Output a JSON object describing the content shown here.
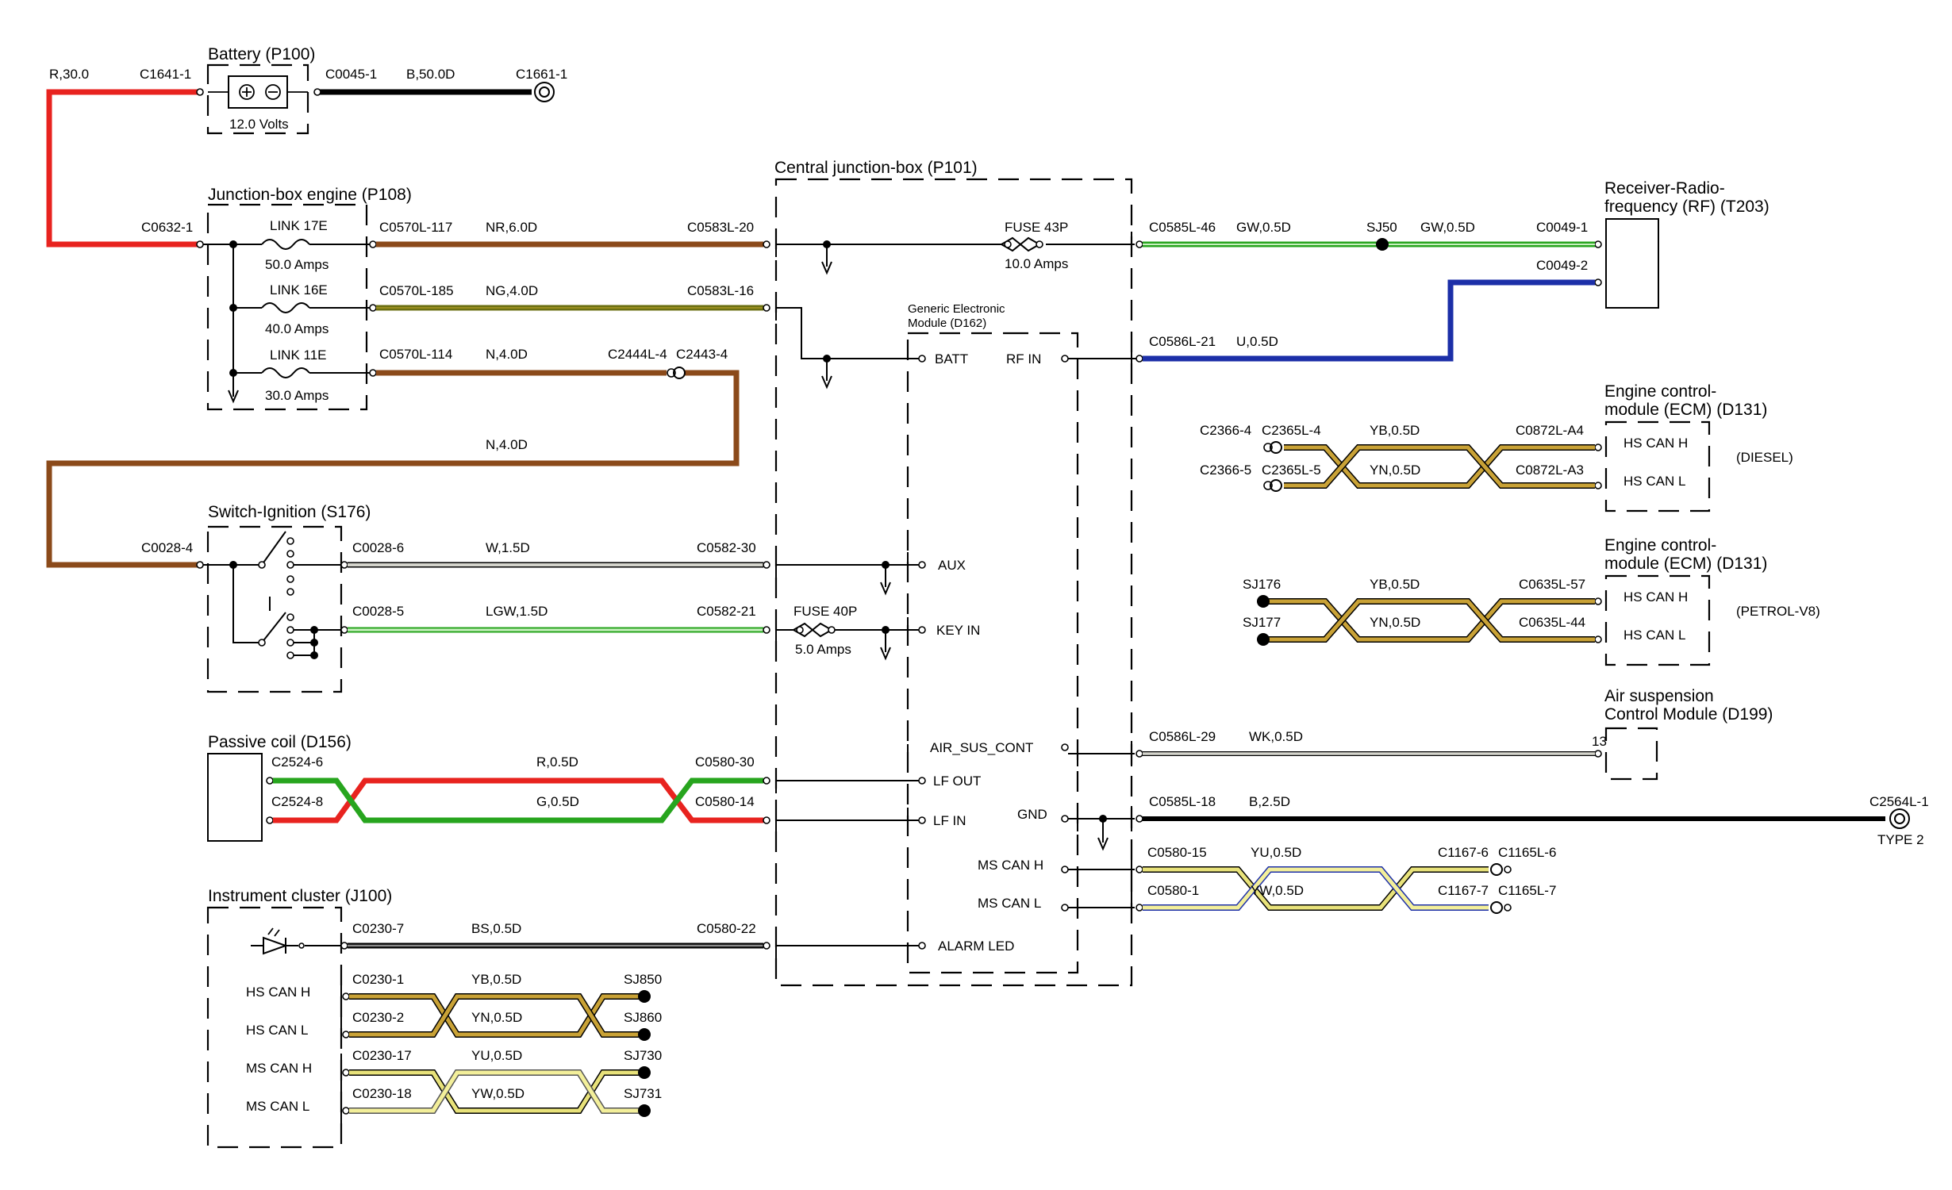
{
  "components": {
    "battery": "Battery (P100)",
    "battery_volts": "12.0 Volts",
    "jb_engine": "Junction-box engine (P108)",
    "cjb": "Central junction-box (P101)",
    "gem_line1": "Generic Electronic",
    "gem_line2": "Module (D162)",
    "rf_line1": "Receiver-Radio-",
    "rf_line2": "frequency (RF) (T203)",
    "ecm_line1": "Engine control-",
    "ecm_line2": "module (ECM) (D131)",
    "diesel": "(DIESEL)",
    "petrol": "(PETROL-V8)",
    "ignition": "Switch-Ignition (S176)",
    "passive_coil": "Passive coil (D156)",
    "air_line1": "Air suspension",
    "air_line2": "Control Module (D199)",
    "cluster": "Instrument cluster (J100)"
  },
  "fuses": [
    {
      "name": "LINK 17E",
      "rating": "50.0 Amps"
    },
    {
      "name": "LINK 16E",
      "rating": "40.0 Amps"
    },
    {
      "name": "LINK 11E",
      "rating": "30.0 Amps"
    },
    {
      "name": "FUSE 43P",
      "rating": "10.0 Amps"
    },
    {
      "name": "FUSE 40P",
      "rating": "5.0 Amps"
    }
  ],
  "wire_colors": {
    "red": "#e8231f",
    "brown": "#8b4a1a",
    "olive": "#6b6f12",
    "green": "#27a51e",
    "light_green": "#8fe57a",
    "blue": "#1c2fa8",
    "yellow": "#e8d94a",
    "gold": "#c9a236",
    "grey": "#d4d4cc",
    "black": "#000000"
  },
  "wires": [
    "R,30.0",
    "B,50.0D",
    "NR,6.0D",
    "NG,4.0D",
    "N,4.0D",
    "N,4.0D",
    "GW,0.5D",
    "GW,0.5D",
    "U,0.5D",
    "YB,0.5D",
    "YN,0.5D",
    "YB,0.5D",
    "YN,0.5D",
    "W,1.5D",
    "LGW,1.5D",
    "R,0.5D",
    "G,0.5D",
    "WK,0.5D",
    "B,2.5D",
    "YU,0.5D",
    "YW,0.5D",
    "BS,0.5D",
    "YB,0.5D",
    "YN,0.5D",
    "YU,0.5D",
    "YW,0.5D"
  ],
  "connectors": [
    "C1641-1",
    "C0045-1",
    "C1661-1",
    "C0632-1",
    "C0570L-117",
    "C0583L-20",
    "C0570L-185",
    "C0583L-16",
    "C0570L-114",
    "C2444L-4",
    "C2443-4",
    "C0585L-46",
    "SJ50",
    "C0049-1",
    "C0049-2",
    "C0586L-21",
    "C2366-4",
    "C2365L-4",
    "C0872L-A4",
    "C2366-5",
    "C2365L-5",
    "C0872L-A3",
    "SJ176",
    "C0635L-57",
    "SJ177",
    "C0635L-44",
    "C0028-4",
    "C0028-6",
    "C0582-30",
    "C0028-5",
    "C0582-21",
    "C2524-6",
    "C0580-30",
    "C2524-8",
    "C0580-14",
    "C0586L-29",
    "13",
    "C0585L-18",
    "C2564L-1",
    "TYPE 2",
    "C0580-15",
    "C1167-6",
    "C1165L-6",
    "C0580-1",
    "C1167-7",
    "C1165L-7",
    "C0230-7",
    "C0580-22",
    "C0230-1",
    "SJ850",
    "C0230-2",
    "SJ860",
    "C0230-17",
    "SJ730",
    "C0230-18",
    "SJ731"
  ],
  "pins": [
    "BATT",
    "RF IN",
    "AUX",
    "KEY IN",
    "AIR_SUS_CONT",
    "LF OUT",
    "LF IN",
    "GND",
    "MS CAN H",
    "MS CAN L",
    "ALARM LED"
  ],
  "can_labels": [
    "HS CAN H",
    "HS CAN L",
    "MS CAN H",
    "MS CAN L"
  ]
}
